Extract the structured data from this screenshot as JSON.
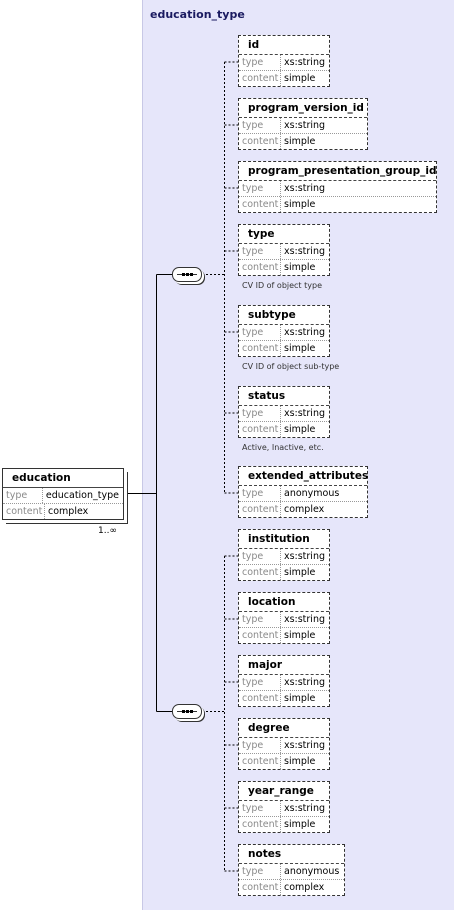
{
  "title": "education_type",
  "root": {
    "name": "education",
    "rows": [
      {
        "key": "type",
        "value": "education_type"
      },
      {
        "key": "content",
        "value": "complex"
      }
    ],
    "occurs": "1..∞"
  },
  "elements": [
    {
      "name": "id",
      "rows": [
        {
          "key": "type",
          "value": "xs:string"
        },
        {
          "key": "content",
          "value": "simple"
        }
      ],
      "doc": ""
    },
    {
      "name": "program_version_id",
      "rows": [
        {
          "key": "type",
          "value": "xs:string"
        },
        {
          "key": "content",
          "value": "simple"
        }
      ],
      "doc": ""
    },
    {
      "name": "program_presentation_group_id",
      "rows": [
        {
          "key": "type",
          "value": "xs:string"
        },
        {
          "key": "content",
          "value": "simple"
        }
      ],
      "doc": ""
    },
    {
      "name": "type",
      "rows": [
        {
          "key": "type",
          "value": "xs:string"
        },
        {
          "key": "content",
          "value": "simple"
        }
      ],
      "doc": "CV ID of object type"
    },
    {
      "name": "subtype",
      "rows": [
        {
          "key": "type",
          "value": "xs:string"
        },
        {
          "key": "content",
          "value": "simple"
        }
      ],
      "doc": "CV ID of object sub-type"
    },
    {
      "name": "status",
      "rows": [
        {
          "key": "type",
          "value": "xs:string"
        },
        {
          "key": "content",
          "value": "simple"
        }
      ],
      "doc": "Active, Inactive, etc."
    },
    {
      "name": "extended_attributes",
      "rows": [
        {
          "key": "type",
          "value": "anonymous"
        },
        {
          "key": "content",
          "value": "complex"
        }
      ],
      "doc": ""
    },
    {
      "name": "institution",
      "rows": [
        {
          "key": "type",
          "value": "xs:string"
        },
        {
          "key": "content",
          "value": "simple"
        }
      ],
      "doc": ""
    },
    {
      "name": "location",
      "rows": [
        {
          "key": "type",
          "value": "xs:string"
        },
        {
          "key": "content",
          "value": "simple"
        }
      ],
      "doc": ""
    },
    {
      "name": "major",
      "rows": [
        {
          "key": "type",
          "value": "xs:string"
        },
        {
          "key": "content",
          "value": "simple"
        }
      ],
      "doc": ""
    },
    {
      "name": "degree",
      "rows": [
        {
          "key": "type",
          "value": "xs:string"
        },
        {
          "key": "content",
          "value": "simple"
        }
      ],
      "doc": ""
    },
    {
      "name": "year_range",
      "rows": [
        {
          "key": "type",
          "value": "xs:string"
        },
        {
          "key": "content",
          "value": "simple"
        }
      ],
      "doc": ""
    },
    {
      "name": "notes",
      "rows": [
        {
          "key": "type",
          "value": "anonymous"
        },
        {
          "key": "content",
          "value": "complex"
        }
      ],
      "doc": ""
    }
  ]
}
